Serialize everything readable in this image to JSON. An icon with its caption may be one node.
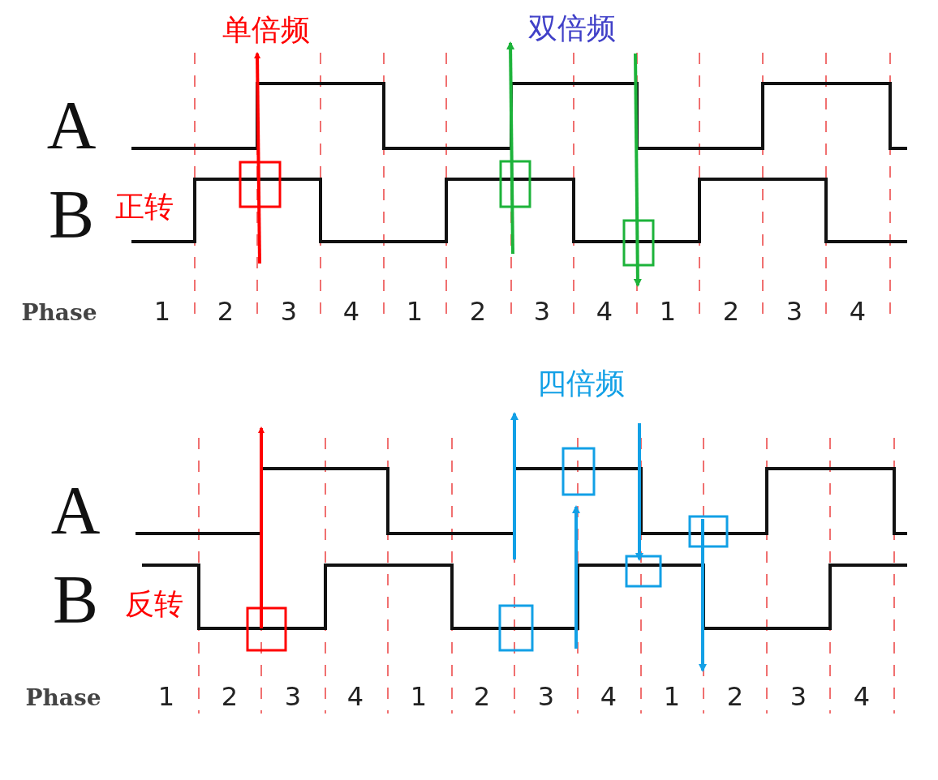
{
  "diagram": {
    "labels": [
      "单倍频",
      "双倍频",
      "A",
      "B",
      "正转",
      "Phase",
      "1",
      "2",
      "3",
      "4",
      "1",
      "2",
      "3",
      "4",
      "1",
      "2",
      "3",
      "4",
      "四倍频",
      "A",
      "B",
      "反转",
      "Phase",
      "1",
      "2",
      "3",
      "4",
      "1",
      "2",
      "3",
      "4",
      "1",
      "2",
      "3",
      "4"
    ]
  }
}
